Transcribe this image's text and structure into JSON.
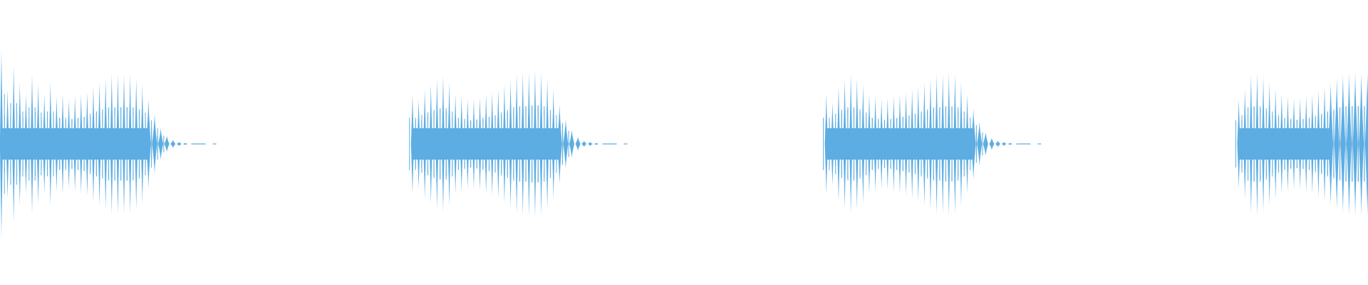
{
  "chart_data": {
    "type": "area",
    "title": "",
    "xlabel": "",
    "ylabel": "",
    "axes_visible": false,
    "grid": false,
    "legend": "none",
    "color": "#5DADE2",
    "background": "#FFFFFF",
    "amplitude_range": [
      -1,
      1
    ],
    "time_range": [
      0,
      1
    ],
    "bursts": [
      {
        "onset": 0.0,
        "lobe_peaks": [
          0.95,
          0.55,
          0.78,
          0.62,
          0.5,
          0.7,
          0.6,
          0.5,
          0.62,
          0.48,
          0.5,
          0.45,
          0.48,
          0.5,
          0.52,
          0.58,
          0.62,
          0.66,
          0.7,
          0.7,
          0.7,
          0.7,
          0.66,
          0.6,
          0.45,
          0.3,
          0.16,
          0.08,
          0.04,
          0.02,
          0.01
        ]
      },
      {
        "onset": 0.3005,
        "lobe_peaks": [
          0.5,
          0.45,
          0.55,
          0.6,
          0.65,
          0.68,
          0.62,
          0.5,
          0.48,
          0.45,
          0.45,
          0.47,
          0.5,
          0.52,
          0.55,
          0.6,
          0.65,
          0.7,
          0.72,
          0.72,
          0.74,
          0.72,
          0.65,
          0.55,
          0.4,
          0.25,
          0.14,
          0.07,
          0.03,
          0.02,
          0.01
        ]
      },
      {
        "onset": 0.603,
        "lobe_peaks": [
          0.5,
          0.42,
          0.58,
          0.65,
          0.7,
          0.66,
          0.6,
          0.5,
          0.48,
          0.45,
          0.46,
          0.48,
          0.5,
          0.52,
          0.55,
          0.58,
          0.62,
          0.66,
          0.7,
          0.7,
          0.72,
          0.7,
          0.62,
          0.5,
          0.36,
          0.22,
          0.12,
          0.06,
          0.03,
          0.02,
          0.01
        ]
      },
      {
        "onset": 0.9045,
        "lobe_peaks": [
          0.45,
          0.55,
          0.7,
          0.72,
          0.68,
          0.62,
          0.55,
          0.5,
          0.48,
          0.46,
          0.46,
          0.48,
          0.5,
          0.54,
          0.58,
          0.62,
          0.66,
          0.7,
          0.72,
          0.72,
          0.72,
          0.72
        ]
      }
    ]
  }
}
